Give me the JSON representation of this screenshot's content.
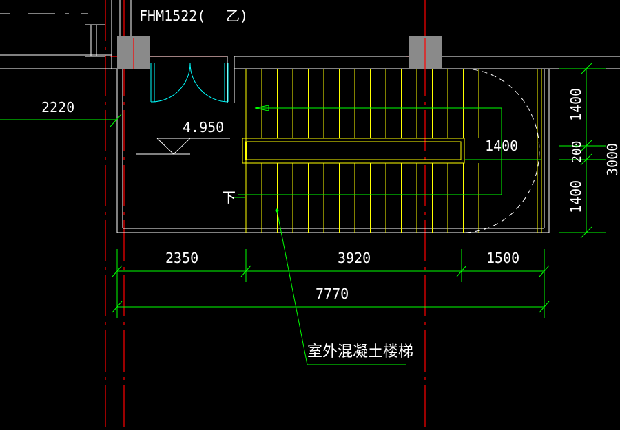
{
  "colors": {
    "background": "#000000",
    "axis": "#ff0000",
    "wall": "#ffffff",
    "dimension": "#00ff00",
    "stair": "#ffff00",
    "door": "#00ffff",
    "column": "#8a8a8a"
  },
  "labels": {
    "door_tag": "FHM1522(",
    "door_tag_suffix": "乙)",
    "elevation": "4.950",
    "down_arrow": "下",
    "stair_callout": "室外混凝土楼梯",
    "flight_width": "1400"
  },
  "dimensions": {
    "left_offset": "2220",
    "seg_1": "2350",
    "seg_2": "3920",
    "seg_3": "1500",
    "total": "7770",
    "right_1": "1400",
    "right_2": "200",
    "right_3": "1400",
    "right_total": "3000"
  }
}
